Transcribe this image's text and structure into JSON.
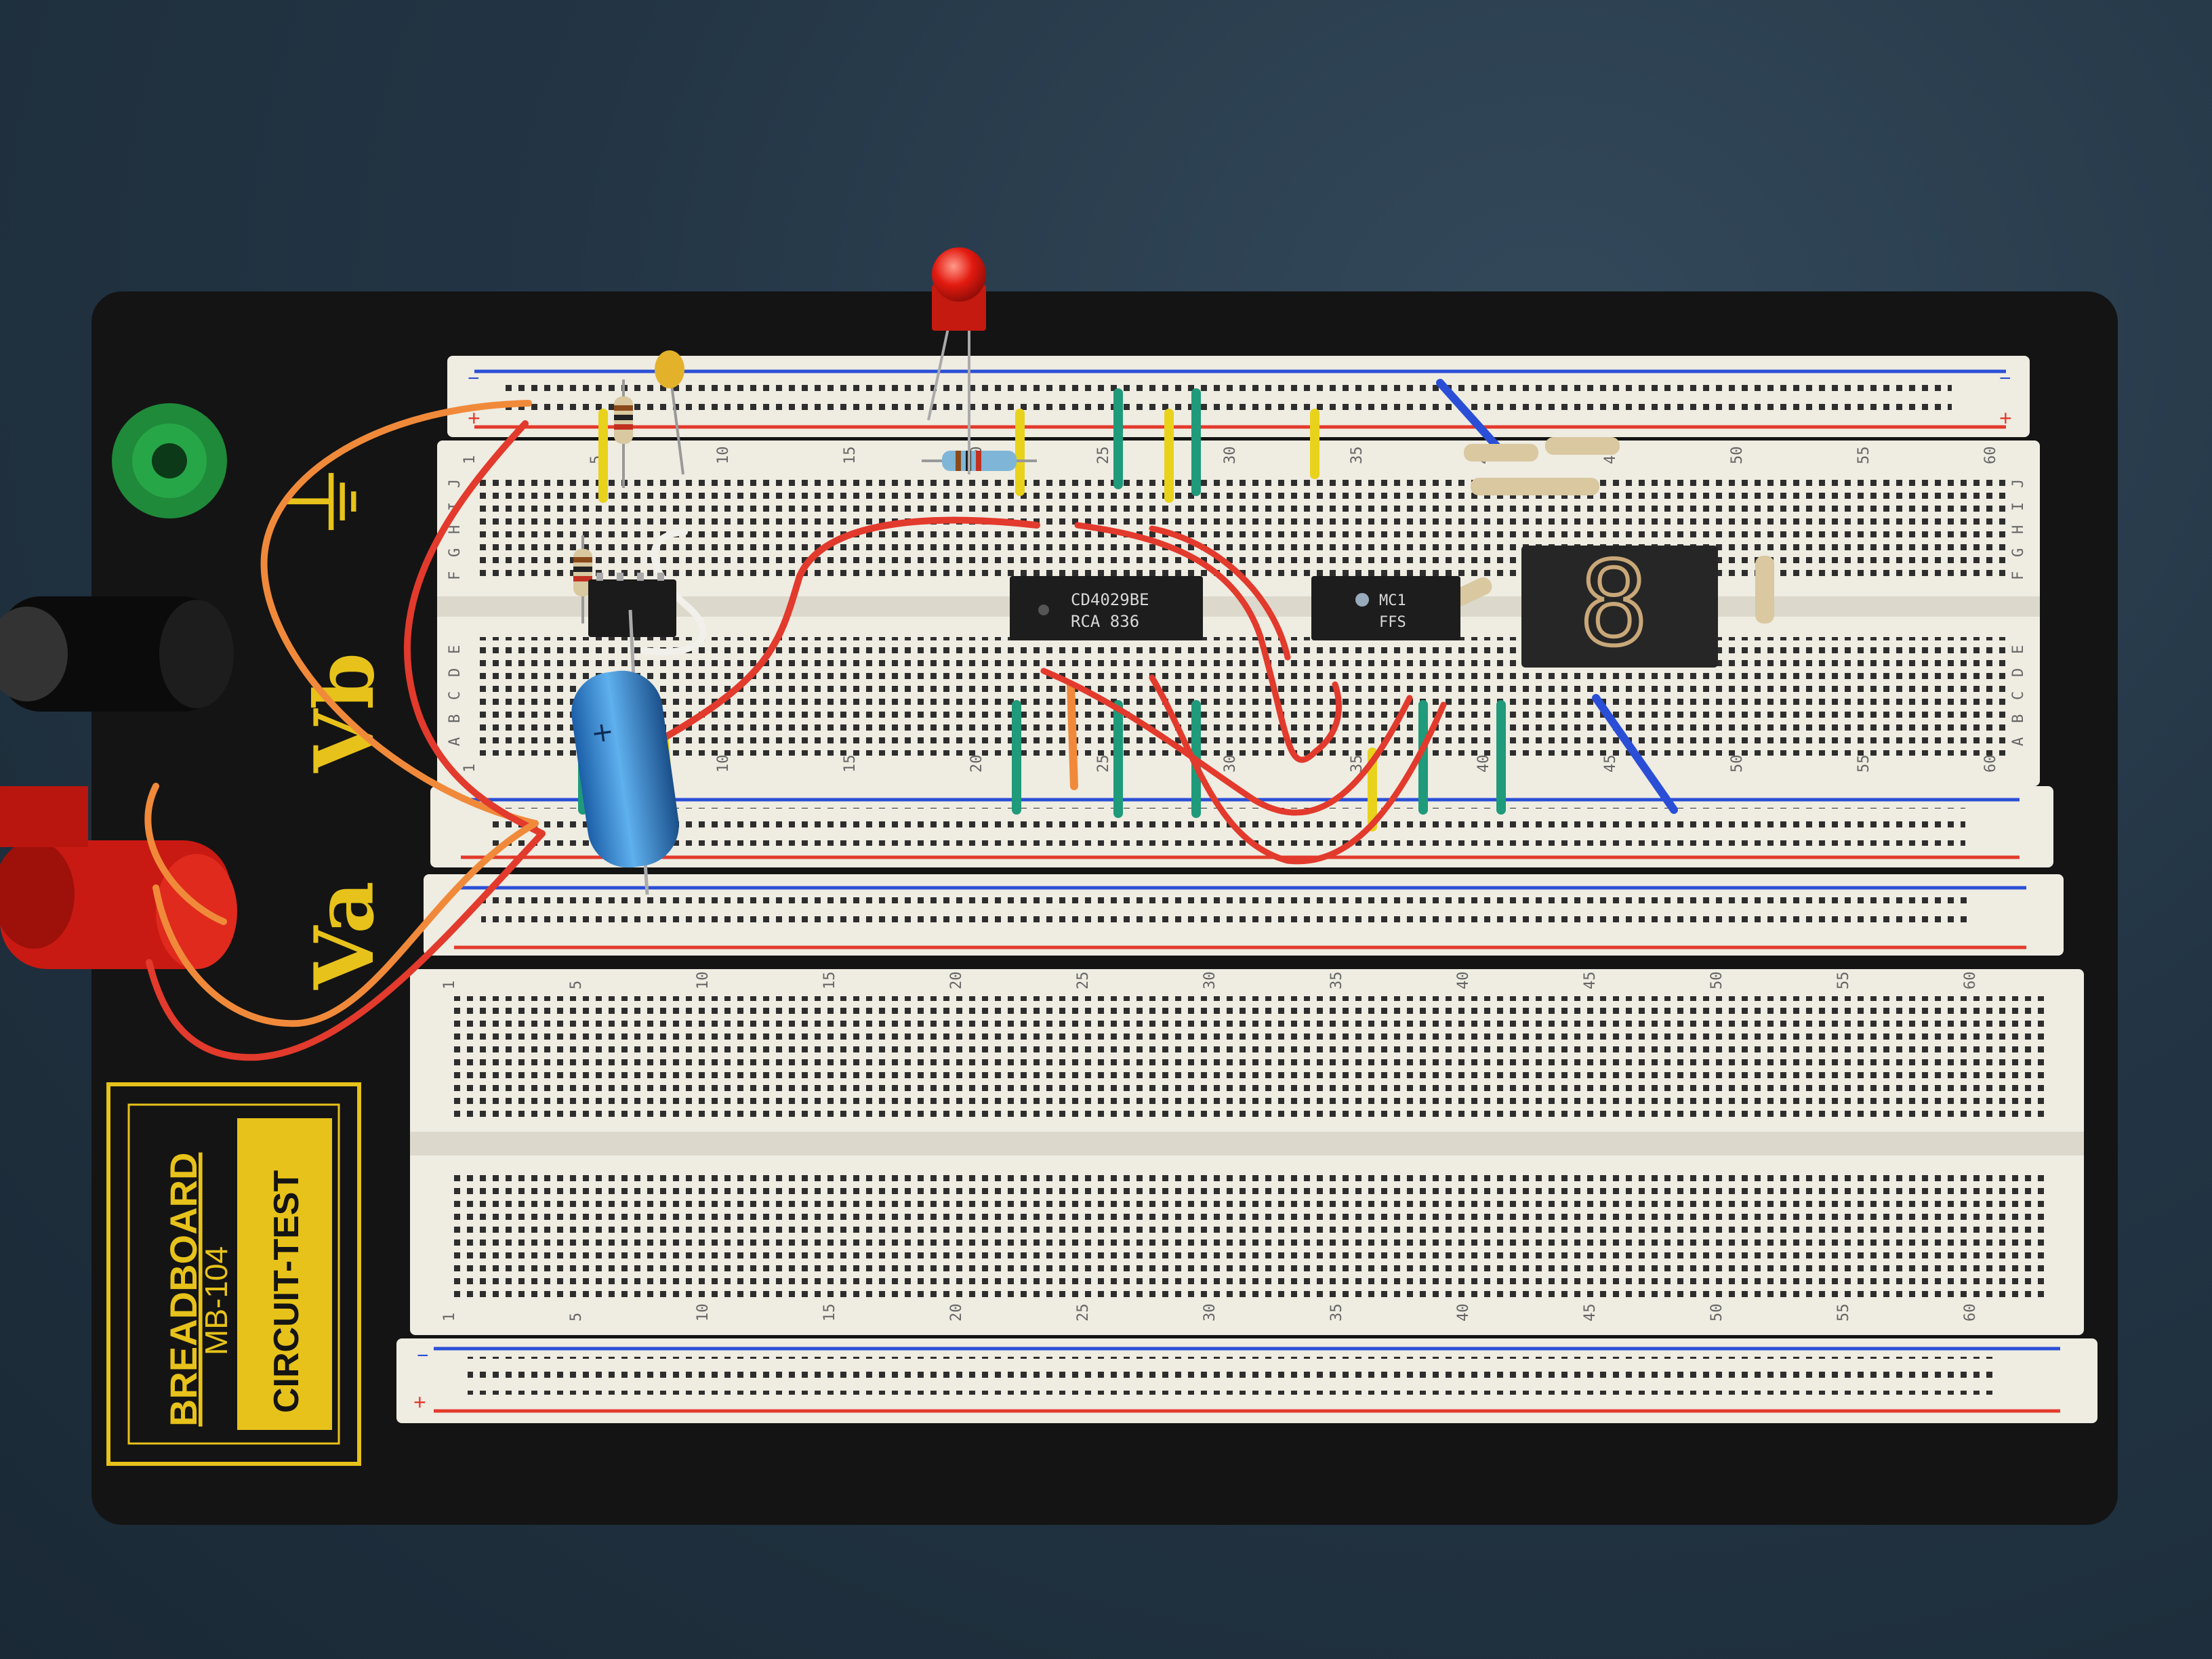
{
  "board": {
    "brand": "BREADBOARD",
    "model": "MB-104",
    "maker": "CIRCUIT-TEST",
    "posts": {
      "ground": "⏚",
      "vb": "Vb",
      "va": "Va"
    }
  },
  "rails": {
    "minus": "−",
    "plus": "+"
  },
  "rows_top": [
    "J",
    "I",
    "H",
    "G",
    "F"
  ],
  "rows_bottom": [
    "E",
    "D",
    "C",
    "B",
    "A"
  ],
  "columns": [
    "1",
    "5",
    "10",
    "15",
    "20",
    "25",
    "30",
    "35",
    "40",
    "45",
    "50",
    "55",
    "60"
  ],
  "chips": [
    {
      "line1": "CD4029BE",
      "line2": "RCA 836"
    },
    {
      "line1": "MC1",
      "line2": "FFS"
    }
  ],
  "display": {
    "digit": "8"
  },
  "colors": {
    "wire_red": "#e23a2c",
    "wire_orange": "#f08a3a",
    "wire_green": "#1f9a7a",
    "wire_yellow": "#e8d21c",
    "wire_blue": "#2a4fd6",
    "board_black": "#151515",
    "breadboard_white": "#efece2",
    "label_yellow": "#e7c21a"
  }
}
